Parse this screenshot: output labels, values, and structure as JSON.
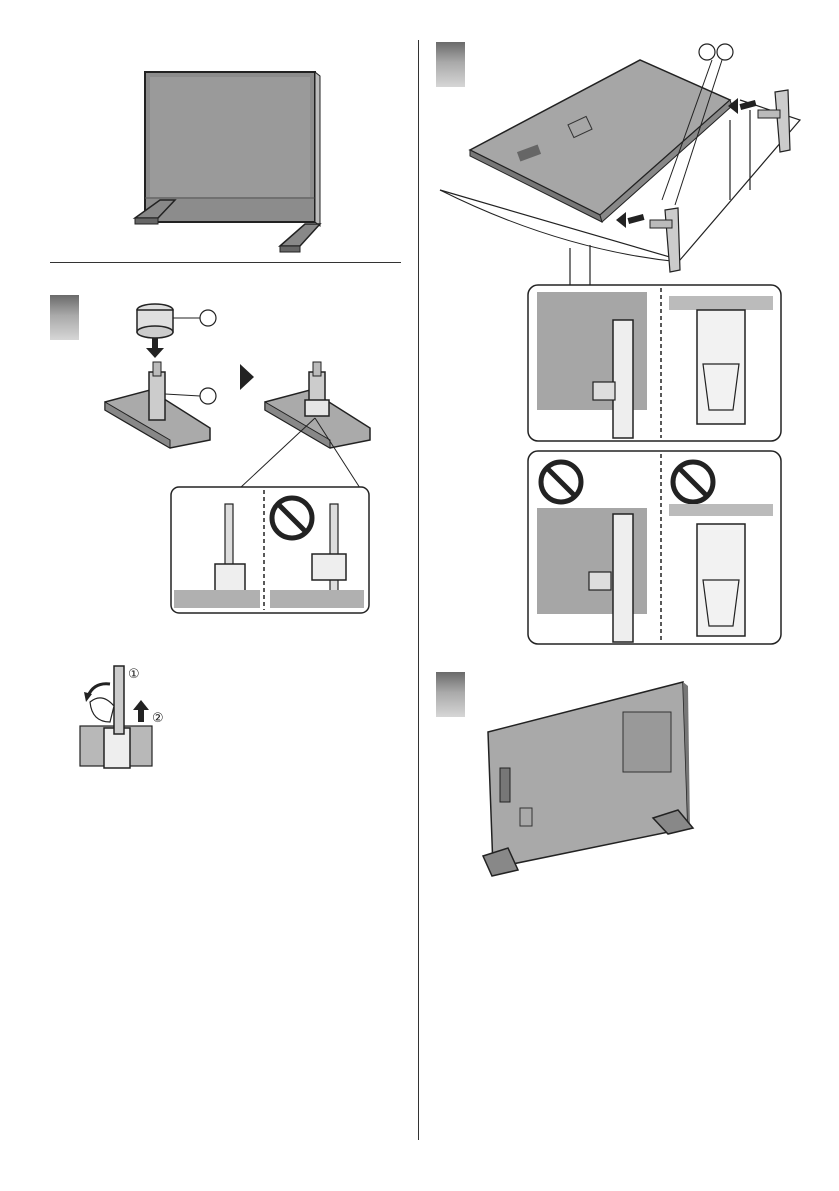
{
  "steps": [
    {
      "id": "step-1",
      "label": ""
    },
    {
      "id": "step-2",
      "label": ""
    },
    {
      "id": "step-3",
      "label": ""
    }
  ],
  "removal_sequence": {
    "first": "①",
    "second": "②"
  },
  "colors": {
    "line": "#222222",
    "screen": "#8c8c8c",
    "panel": "#b3b3b3",
    "light": "#d4d4d4",
    "badge_top": "#6a6a6a"
  },
  "icons": [
    "tv-front-icon",
    "pedestal-base-icon",
    "stand-cap-icon",
    "arrow-down-icon",
    "arrow-right-icon",
    "prohibition-icon",
    "tv-back-icon",
    "insert-arrow-icon"
  ]
}
